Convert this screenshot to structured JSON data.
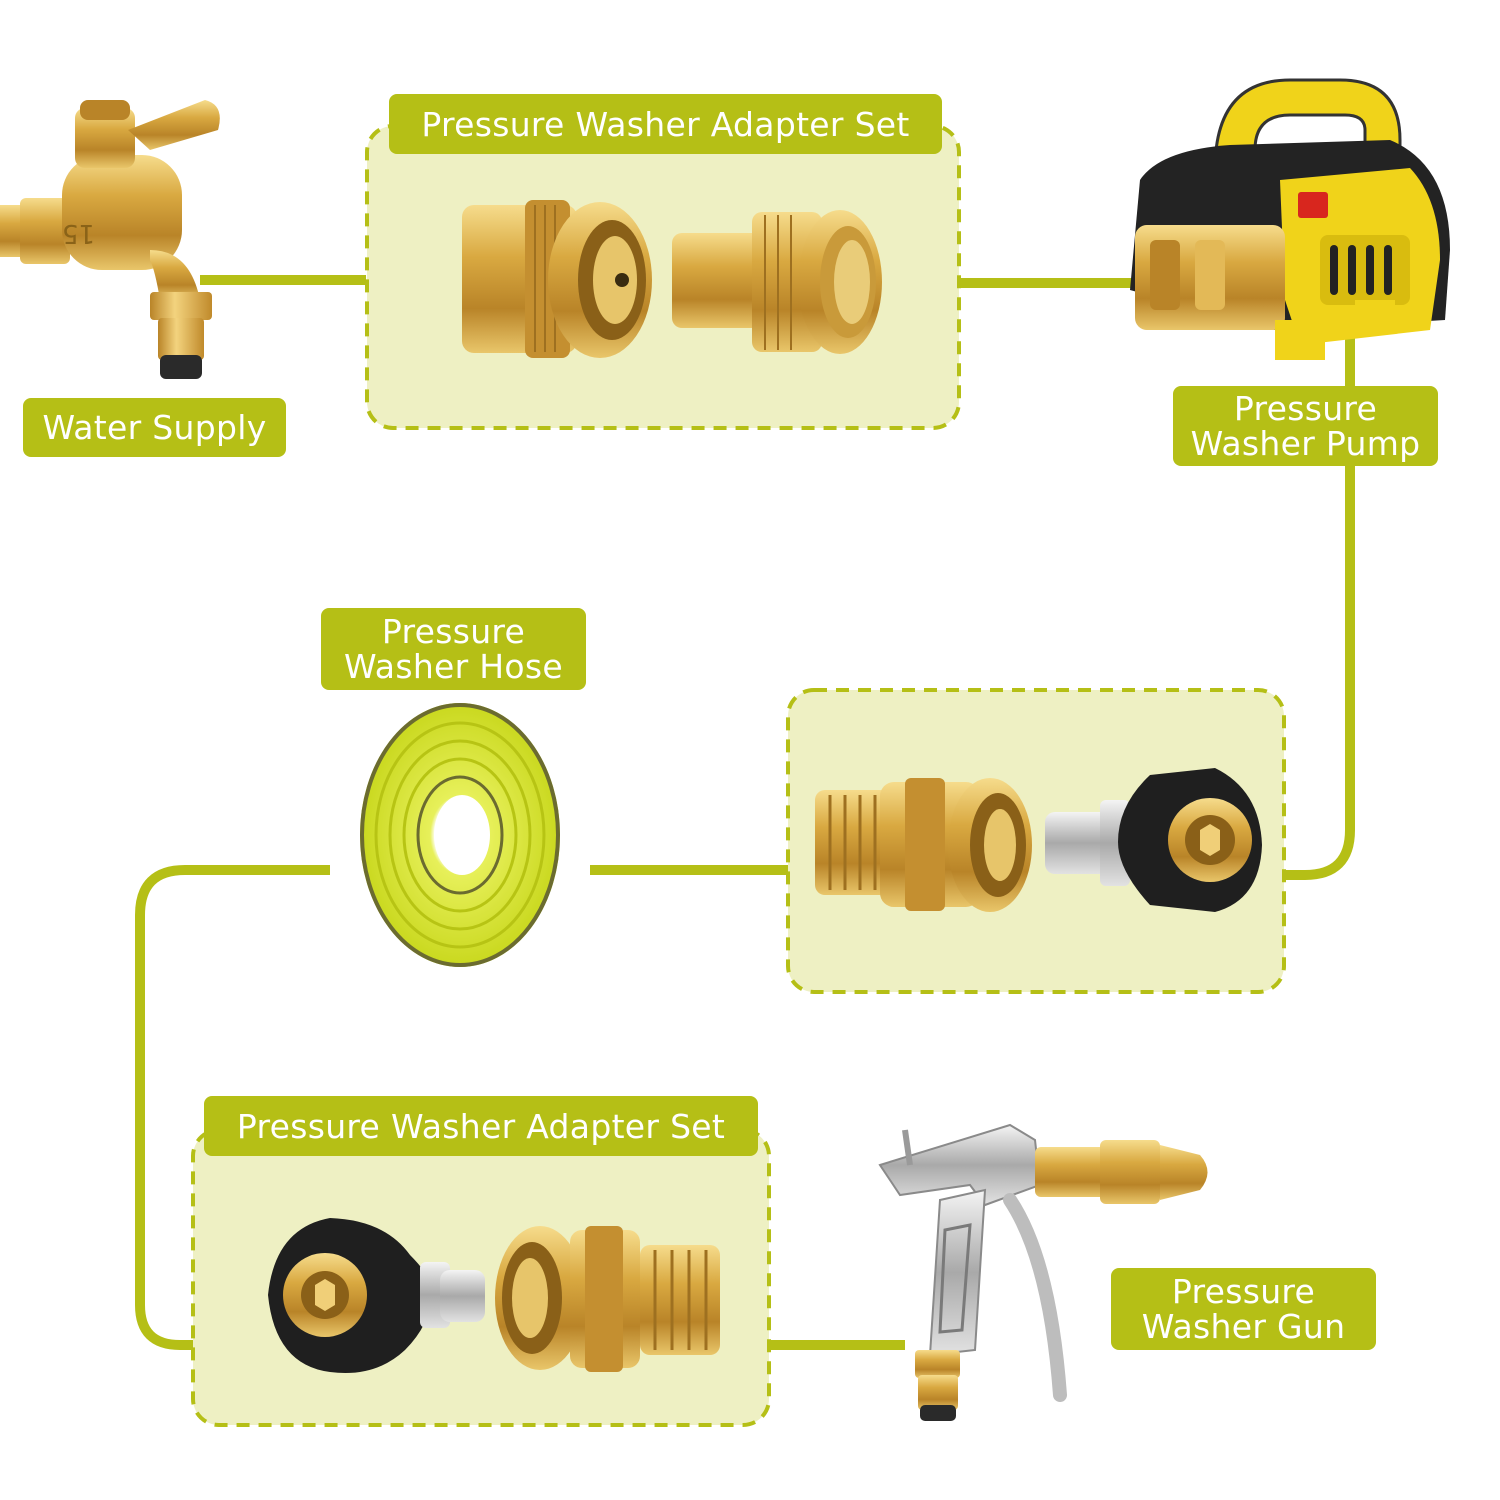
{
  "colors": {
    "accent": "#b5bf16",
    "box_fill": "#eef0c3",
    "box_border": "#b5bf16",
    "brass": "#d2a53c",
    "hose": "#dde83a"
  },
  "labels": {
    "water_supply": "Water Supply",
    "adapter_set_top": "Pressure Washer Adapter Set",
    "pump_line1": "Pressure",
    "pump_line2": "Washer Pump",
    "hose_line1": "Pressure",
    "hose_line2": "Washer Hose",
    "adapter_set_bottom": "Pressure Washer Adapter Set",
    "gun_line1": "Pressure",
    "gun_line2": "Washer Gun"
  },
  "images": {
    "faucet": "brass-faucet-icon",
    "adapters_top": [
      "quick-connect-coupler-icon",
      "garden-hose-adapter-icon"
    ],
    "pump": "pressure-washer-pump-icon",
    "adapters_middle": [
      "quick-connect-coupler-icon",
      "twist-connector-icon"
    ],
    "hose": "coiled-hose-icon",
    "adapters_bottom": [
      "twist-connector-icon",
      "quick-connect-coupler-icon"
    ],
    "gun": "spray-gun-icon"
  }
}
